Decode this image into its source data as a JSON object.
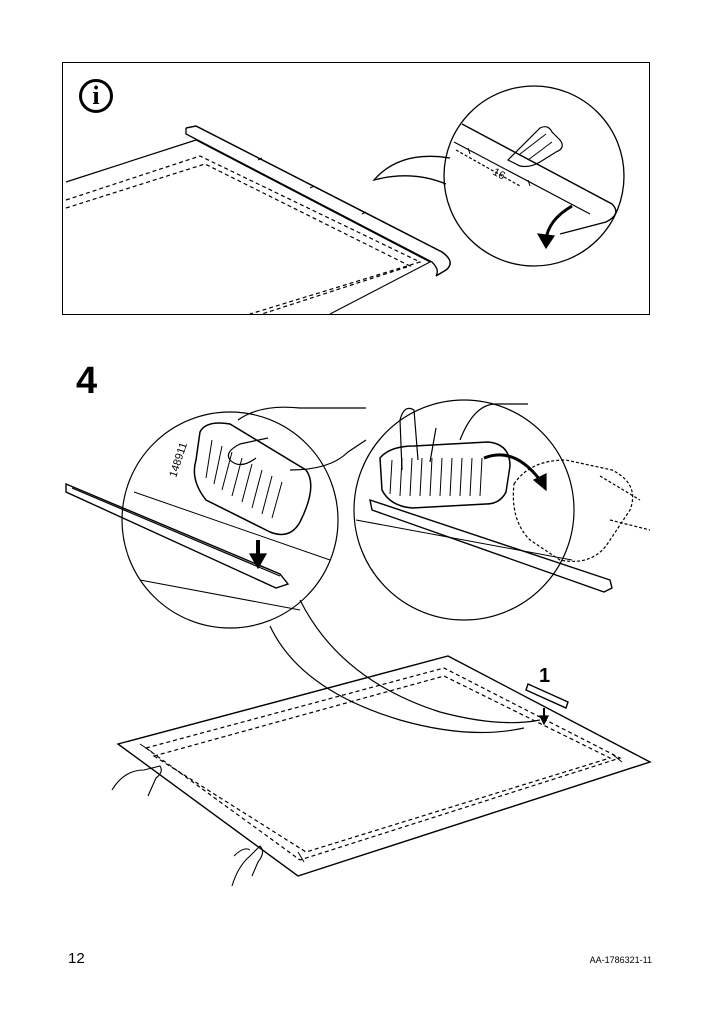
{
  "info_panel": {
    "icon_glyph": "i",
    "icon_name": "info-icon",
    "measurement_label": "16"
  },
  "step": {
    "number": "4",
    "part_number_label": "148911",
    "callout_label": "1"
  },
  "footer": {
    "page_number": "12",
    "document_code": "AA-1786321-11"
  }
}
